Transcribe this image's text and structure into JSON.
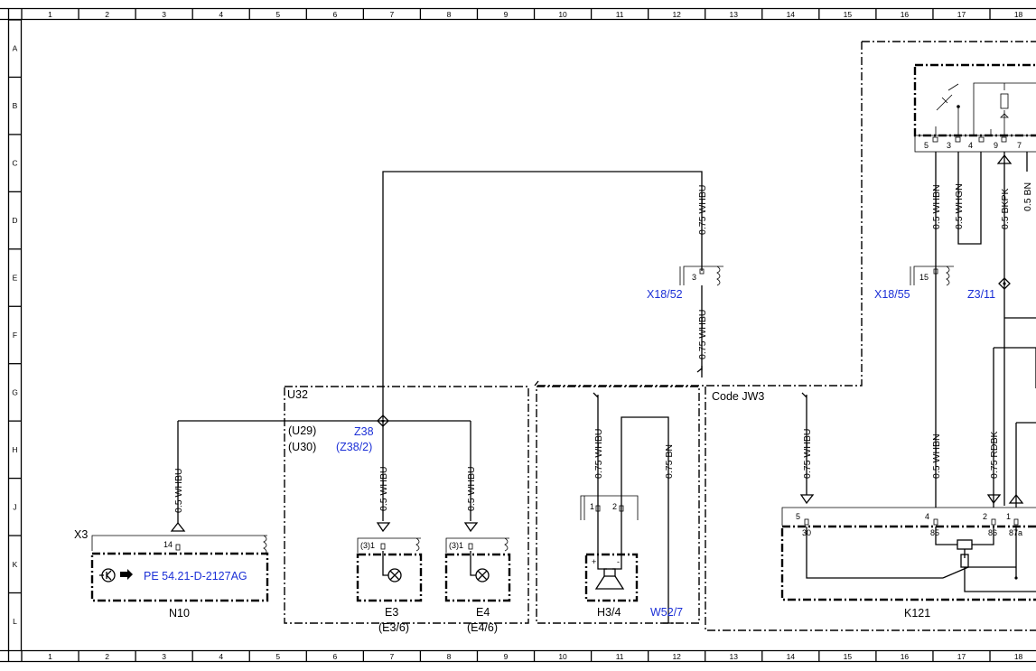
{
  "ruler": {
    "columns": [
      "1",
      "2",
      "3",
      "4",
      "5",
      "6",
      "7",
      "8",
      "9",
      "10",
      "11",
      "12",
      "13",
      "14",
      "15",
      "16",
      "17",
      "18"
    ],
    "rows": [
      "A",
      "B",
      "C",
      "D",
      "E",
      "F",
      "G",
      "H",
      "J",
      "K",
      "L"
    ]
  },
  "connectors": {
    "x3": "X3",
    "x3_pin": "14",
    "x18_52": "X18/52",
    "x18_52_pin": "3",
    "x18_55": "X18/55",
    "x18_55_pin": "15",
    "z3_11": "Z3/11",
    "w52_7": "W52/7"
  },
  "components": {
    "u32": "U32",
    "u29": "(U29)",
    "u30": "(U30)",
    "z38": "Z38",
    "z38_2": "(Z38/2)",
    "e3": "E3",
    "e3_alt": "(E3/6)",
    "e3_pin": "(3)1",
    "e4": "E4",
    "e4_alt": "(E4/6)",
    "e4_pin": "(3)1",
    "n10": "N10",
    "n10_ref": "PE 54.21-D-2127AG",
    "h3_4": "H3/4",
    "h3_4_pin1": "1",
    "h3_4_pin2": "2",
    "h3_4_plus": "+",
    "h3_4_minus": "-",
    "code_jw3": "Code JW3",
    "k121": "K121",
    "k121_p5": "5",
    "k121_p30": "30",
    "k121_p4": "4",
    "k121_p85": "85",
    "k121_p2": "2",
    "k121_p86": "86",
    "k121_p1": "1",
    "k121_p87a": "87a",
    "rt_p5": "5",
    "rt_p3": "3",
    "rt_p4": "4",
    "rt_p9": "9",
    "rt_p7": "7"
  },
  "wires": {
    "w_top": "0.75 WHBU",
    "w_mid": "0.75 WHBU",
    "w_n10": "0.5 WHBU",
    "w_e3": "0.5 WHBU",
    "w_e4": "0.5 WHBU",
    "w_h34": "0.75 WHBU",
    "w_bn": "0.75 BN",
    "w_jw3": "0.75 WHBU",
    "w_whbn_lo": "0.5 WHBN",
    "w_rdbk": "0.75 RDBK",
    "w_whbn_hi": "0.5 WHBN",
    "w_whgn": "0.5 WHGN",
    "w_bkpk": "0.5 BKPK",
    "w_bn_edge": "0.5 BN"
  }
}
